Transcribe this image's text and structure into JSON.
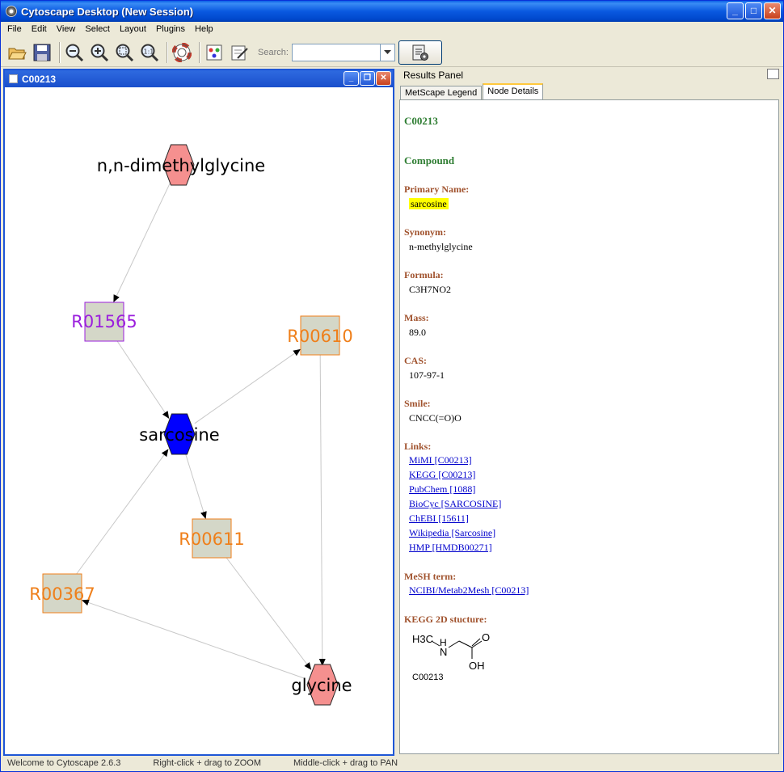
{
  "window": {
    "title": "Cytoscape Desktop (New Session)"
  },
  "menu": [
    "File",
    "Edit",
    "View",
    "Select",
    "Layout",
    "Plugins",
    "Help"
  ],
  "toolbar": {
    "search_label": "Search:",
    "search_value": ""
  },
  "network": {
    "title": "C00213",
    "nodes": [
      {
        "id": "n,n-dimethylglycine",
        "label": "n,n-dimethylglycine",
        "shape": "hexagon",
        "fill": "#f5908f",
        "label_color": "#000000"
      },
      {
        "id": "R01565",
        "label": "R01565",
        "shape": "square",
        "fill": "#d4d7c8",
        "label_color": "#9b1fdd"
      },
      {
        "id": "R00610",
        "label": "R00610",
        "shape": "square",
        "fill": "#d4d7c8",
        "label_color": "#ef7f1a"
      },
      {
        "id": "sarcosine",
        "label": "sarcosine",
        "shape": "hexagon",
        "fill": "#0000ff",
        "label_color": "#000000"
      },
      {
        "id": "R00611",
        "label": "R00611",
        "shape": "square",
        "fill": "#d4d7c8",
        "label_color": "#ef7f1a"
      },
      {
        "id": "R00367",
        "label": "R00367",
        "shape": "square",
        "fill": "#d4d7c8",
        "label_color": "#ef7f1a"
      },
      {
        "id": "glycine",
        "label": "glycine",
        "shape": "hexagon",
        "fill": "#f5908f",
        "label_color": "#000000"
      }
    ],
    "edges": [
      [
        "n,n-dimethylglycine",
        "R01565"
      ],
      [
        "R01565",
        "sarcosine"
      ],
      [
        "sarcosine",
        "R00610"
      ],
      [
        "sarcosine",
        "R00611"
      ],
      [
        "R00610",
        "glycine"
      ],
      [
        "R00611",
        "glycine"
      ],
      [
        "glycine",
        "R00367"
      ],
      [
        "R00367",
        "sarcosine"
      ]
    ]
  },
  "results": {
    "header": "Results Panel",
    "tabs": [
      "MetScape Legend",
      "Node Details"
    ],
    "active_tab": "Node Details",
    "id": "C00213",
    "type": "Compound",
    "primary_name_label": "Primary Name:",
    "primary_name": "sarcosine",
    "synonym_label": "Synonym:",
    "synonym": "n-methylglycine",
    "formula_label": "Formula:",
    "formula": "C3H7NO2",
    "mass_label": "Mass:",
    "mass": "89.0",
    "cas_label": "CAS:",
    "cas": "107-97-1",
    "smile_label": "Smile:",
    "smile": "CNCC(=O)O",
    "links_label": "Links:",
    "links": [
      "MiMI [C00213]",
      "KEGG [C00213]",
      "PubChem [1088]",
      "BioCyc [SARCOSINE]",
      "ChEBI [15611]",
      "Wikipedia [Sarcosine]",
      "HMP [HMDB00271]"
    ],
    "mesh_label": "MeSH term:",
    "mesh_link": "NCIBI/Metab2Mesh [C00213]",
    "kegg2d_label": "KEGG 2D stucture:",
    "kegg2d_caption": "C00213",
    "struct_h3c": "H3C",
    "struct_n": "N",
    "struct_h": "H",
    "struct_o": "O",
    "struct_oh": "OH"
  },
  "status": {
    "welcome": "Welcome to Cytoscape 2.6.3",
    "right_click": "Right-click + drag  to  ZOOM",
    "middle_click": "Middle-click + drag  to  PAN"
  }
}
